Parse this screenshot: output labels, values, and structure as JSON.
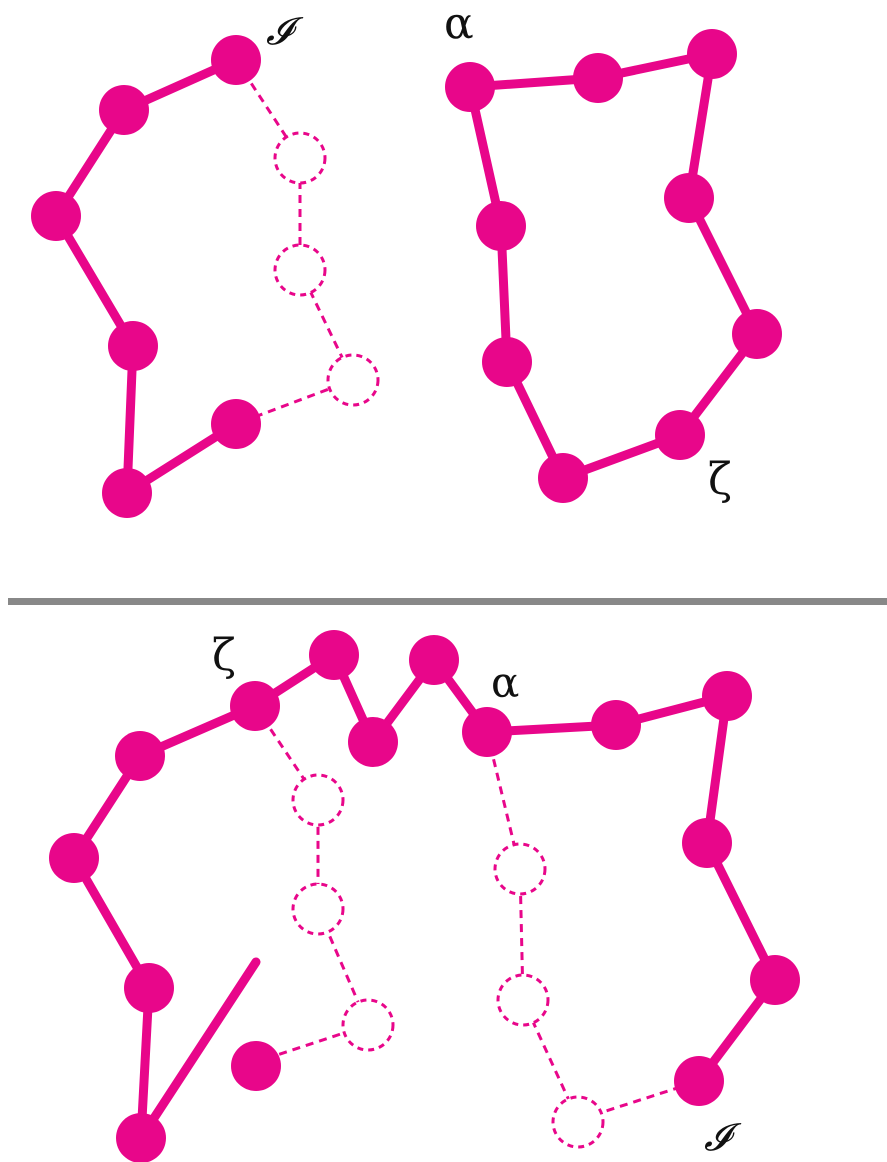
{
  "colors": {
    "chain": "#e8068a",
    "divider": "#888888",
    "label": "#111111"
  },
  "labels": {
    "top_left_end": "𝓘",
    "top_right_start": "α",
    "top_right_end": "ζ",
    "bottom_zeta": "ζ",
    "bottom_alpha": "α",
    "bottom_end": "𝓘"
  }
}
